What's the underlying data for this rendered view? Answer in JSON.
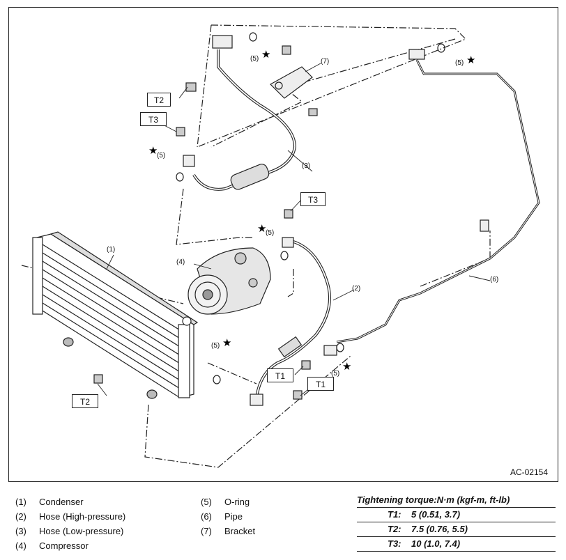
{
  "diagram": {
    "code": "AC-02154",
    "part_labels": {
      "condenser": "(1)",
      "hose_high": "(2)",
      "hose_low": "(3)",
      "compressor": "(4)",
      "pipe": "(6)",
      "bracket": "(7)",
      "oring": "(5)"
    },
    "torque_boxes": {
      "t1": "T1",
      "t2": "T2",
      "t3": "T3"
    }
  },
  "legend": {
    "left": [
      {
        "num": "(1)",
        "name": "Condenser"
      },
      {
        "num": "(2)",
        "name": "Hose (High-pressure)"
      },
      {
        "num": "(3)",
        "name": "Hose (Low-pressure)"
      },
      {
        "num": "(4)",
        "name": "Compressor"
      }
    ],
    "middle": [
      {
        "num": "(5)",
        "name": "O-ring"
      },
      {
        "num": "(6)",
        "name": "Pipe"
      },
      {
        "num": "(7)",
        "name": "Bracket"
      }
    ]
  },
  "torque": {
    "title": "Tightening torque:N·m (kgf-m, ft-lb)",
    "rows": [
      {
        "code": "T1:",
        "value": "5 (0.51, 3.7)"
      },
      {
        "code": "T2:",
        "value": "7.5 (0.76, 5.5)"
      },
      {
        "code": "T3:",
        "value": "10 (1.0, 7.4)"
      }
    ]
  }
}
